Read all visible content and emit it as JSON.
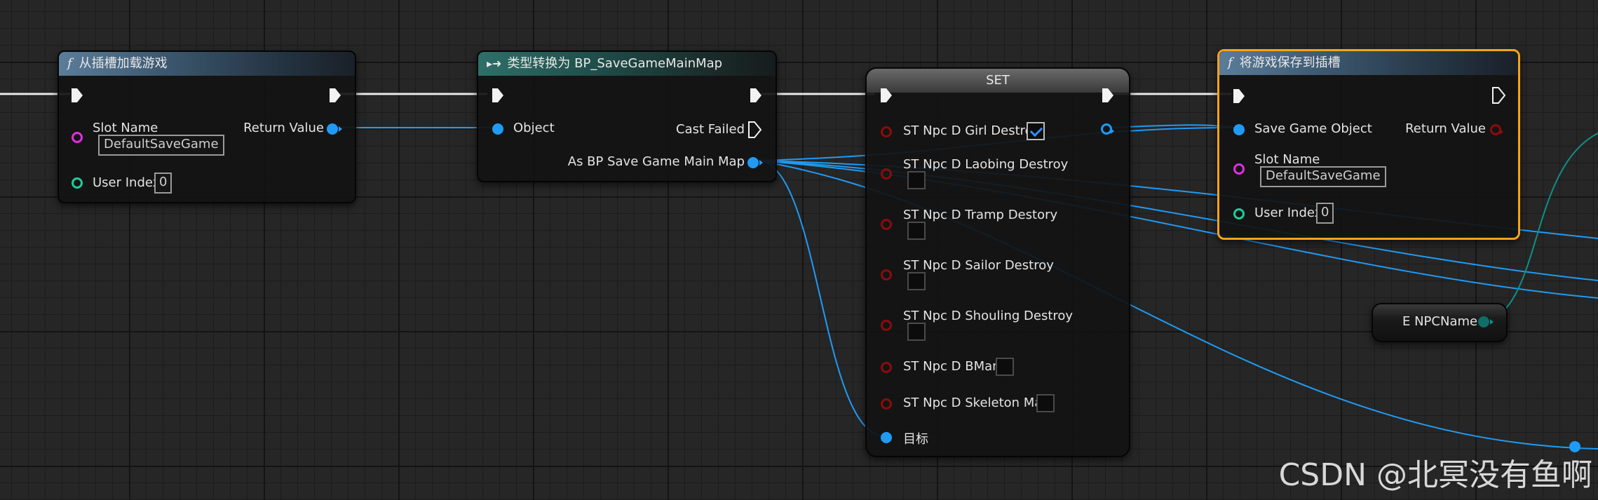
{
  "nodes": {
    "load": {
      "title": "从插槽加载游戏",
      "slot_name_label": "Slot Name",
      "slot_name_value": "DefaultSaveGame",
      "user_index_label": "User Index",
      "user_index_value": "0",
      "return_label": "Return Value"
    },
    "cast": {
      "title": "类型转换为 BP_SaveGameMainMap",
      "object_label": "Object",
      "cast_failed_label": "Cast Failed",
      "as_label": "As BP Save Game Main Map"
    },
    "set": {
      "title": "SET",
      "rows": [
        {
          "label": "ST Npc D Girl Destroy",
          "checked": true
        },
        {
          "label": "ST Npc D Laobing Destroy",
          "checked": false
        },
        {
          "label": "ST Npc D Tramp Destory",
          "checked": false
        },
        {
          "label": "ST Npc D Sailor Destroy",
          "checked": false
        },
        {
          "label": "ST Npc D Shouling Destroy",
          "checked": false
        },
        {
          "label": "ST Npc D BMan",
          "checked": false
        },
        {
          "label": "ST Npc D Skeleton Man",
          "checked": false
        }
      ],
      "target_label": "目标"
    },
    "save": {
      "title": "将游戏保存到插槽",
      "save_object_label": "Save Game Object",
      "return_label": "Return Value",
      "slot_name_label": "Slot Name",
      "slot_name_value": "DefaultSaveGame",
      "user_index_label": "User Index",
      "user_index_value": "0"
    },
    "enum": {
      "label": "E NPCName"
    }
  },
  "watermark": "CSDN @北冥没有鱼啊",
  "colors": {
    "object_pin": "#1f9bf5",
    "string_pin": "#e02ee0",
    "int_pin": "#1fcc9a",
    "bool_pin": "#8a0c0c",
    "enum_pin": "#0f6e68",
    "selected_border": "#f5a31a"
  }
}
